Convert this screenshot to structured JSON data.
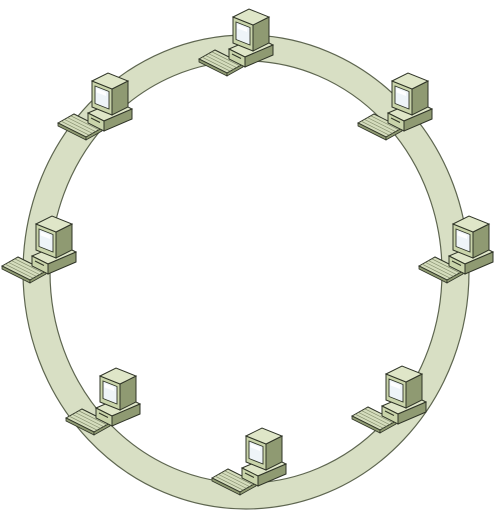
{
  "diagram": {
    "type": "ring-network-topology",
    "node_count": 8,
    "node_icon": "desktop-computer-icon",
    "colors": {
      "background": "#ffffff",
      "ring_fill": "#d8dfc4",
      "ring_stroke": "#5e6650",
      "computer_body": "#c9d4aa",
      "computer_body_light": "#dfe6c8",
      "computer_body_dark": "#8f9a72",
      "computer_outline": "#2f3427",
      "screen": "#eef4f8",
      "screen_highlight": "#ffffff",
      "keyboard": "#d4dcbc"
    },
    "nodes": [
      {
        "id": "node-top"
      },
      {
        "id": "node-top-right"
      },
      {
        "id": "node-right"
      },
      {
        "id": "node-bottom-right"
      },
      {
        "id": "node-bottom"
      },
      {
        "id": "node-bottom-left"
      },
      {
        "id": "node-left"
      },
      {
        "id": "node-top-left"
      }
    ]
  }
}
